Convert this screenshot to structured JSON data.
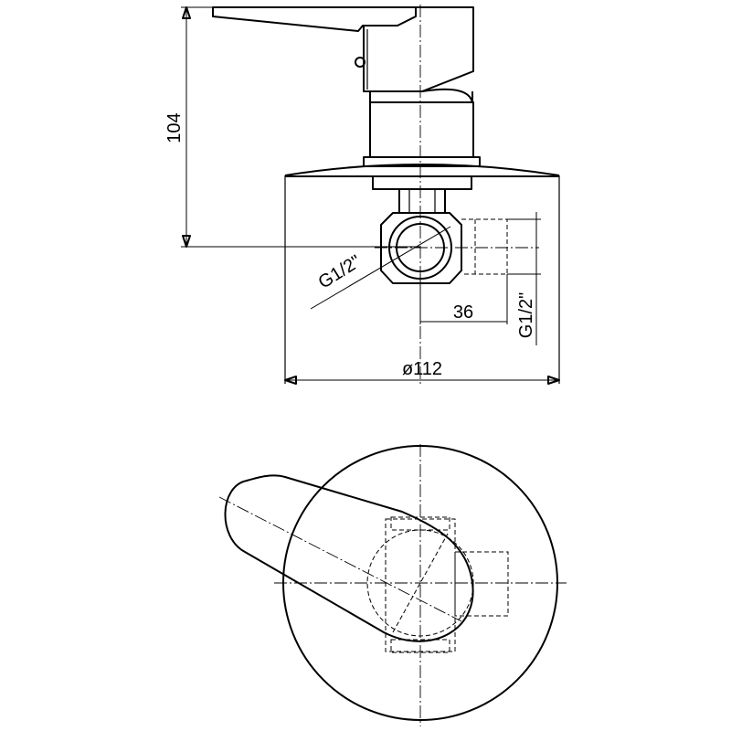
{
  "dimensions": {
    "height": "104",
    "inlet_thread": "G1/2\"",
    "outlet_offset": "36",
    "outlet_thread": "G1/2\"",
    "plate_diameter": "ø112"
  }
}
